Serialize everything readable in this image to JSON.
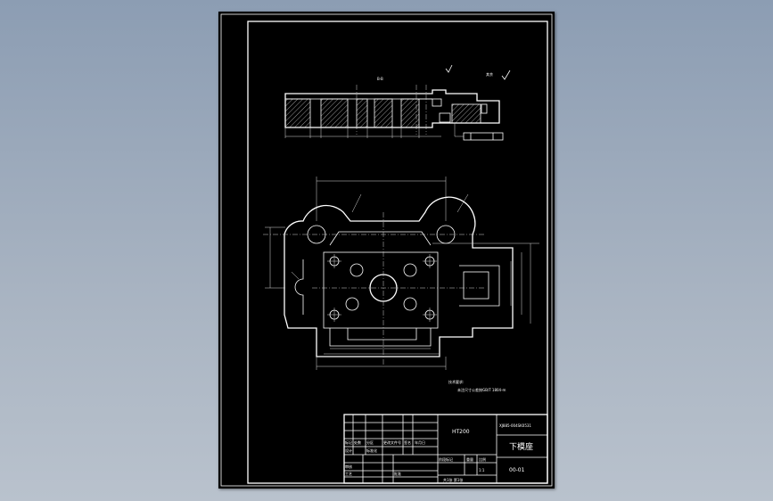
{
  "title_block": {
    "material": "HT200",
    "school_code": "XJ885-004SK0531",
    "part_name": "下模座",
    "drawing_no": "00-01",
    "scale": "1:1",
    "sheet_info": "共1张 第1张",
    "header_cells": [
      "标记",
      "处数",
      "分区",
      "更改文件号",
      "签名",
      "年月日"
    ],
    "role_cells": [
      "设计",
      "标准化",
      "阶段标记",
      "重量",
      "比例"
    ],
    "review_cells": [
      "审核",
      "工艺",
      "批准"
    ]
  },
  "section_view": {
    "label": "B-B",
    "roughness_note": "其余"
  },
  "tech_requirements": {
    "title": "技术要求:",
    "line1": "未注尺寸公差按GB/T 1804-m"
  },
  "colors": {
    "background": "#000000",
    "lines": "#ffffff",
    "desktop": "#9aa8ba"
  }
}
